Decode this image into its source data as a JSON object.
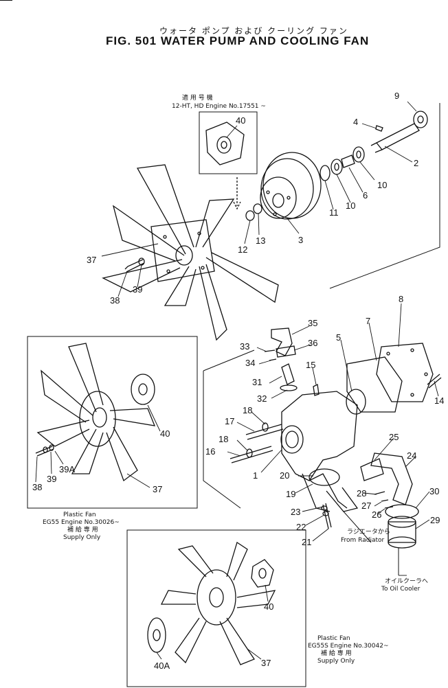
{
  "title": {
    "japanese": "ウォータ ポンプ および クーリング ファン",
    "english": "FIG. 501  WATER PUMP AND COOLING FAN"
  },
  "notes": {
    "top_applicable_jp": "適 用 号 機",
    "top_applicable_en": "12-HT, HD Engine No.17551 ~",
    "plastic_fan_1_title": "Plastic Fan",
    "plastic_fan_1_engine": "EG55 Engine No.30026~",
    "plastic_fan_1_supply_jp": "補 給 専 用",
    "plastic_fan_1_supply_en": "Supply Only",
    "from_radiator_jp": "ラジエータから",
    "from_radiator_en": "From Radiator",
    "to_oil_cooler_jp": "オイルクーラへ",
    "to_oil_cooler_en": "To Oil Cooler",
    "plastic_fan_2_title": "Plastic Fan",
    "plastic_fan_2_engine": "EG55S Engine No.30042~",
    "plastic_fan_2_supply_jp": "補 給 専 用",
    "plastic_fan_2_supply_en": "Supply Only"
  },
  "callouts": [
    "9",
    "4",
    "2",
    "10",
    "6",
    "10",
    "11",
    "3",
    "13",
    "12",
    "40",
    "37",
    "38",
    "39",
    "8",
    "7",
    "5",
    "35",
    "36",
    "33",
    "34",
    "15",
    "31",
    "32",
    "14",
    "18",
    "17",
    "18",
    "16",
    "1",
    "20",
    "19",
    "23",
    "22",
    "21",
    "28",
    "27",
    "26",
    "25",
    "24",
    "30",
    "29",
    "40",
    "39A",
    "39",
    "38",
    "37",
    "40",
    "40A",
    "37"
  ]
}
